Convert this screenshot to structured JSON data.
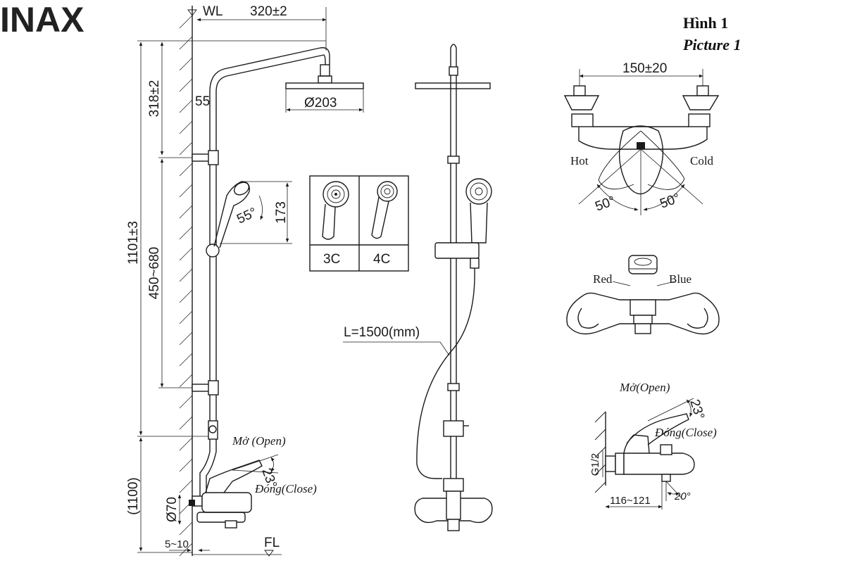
{
  "brand": "INAX",
  "figure": {
    "title": "Hình 1",
    "title_en": "Picture 1"
  },
  "side_view": {
    "wall_level": "WL",
    "floor_level": "FL",
    "arm_length": "320±2",
    "head_drop": "318±2",
    "pipe_offset": "55",
    "head_diameter": "Ø203",
    "total_height": "1101±3",
    "bracket_range": "450~680",
    "hand_shower_height": "173",
    "hand_shower_angle": "55°",
    "mixer_height": "(1100)",
    "outlet_diameter": "Ø70",
    "wall_gap": "5~10",
    "open_label": "Mở (Open)",
    "close_label": "Đóng(Close)",
    "lever_angle": "23°"
  },
  "hand_shower_options": [
    {
      "code": "3C",
      "icon": "hand-shower-3c-icon"
    },
    {
      "code": "4C",
      "icon": "hand-shower-4c-icon"
    }
  ],
  "front_view": {
    "hose_length": "L=1500(mm)"
  },
  "detail_top": {
    "spacing": "150±20",
    "hot_label": "Hot",
    "cold_label": "Cold",
    "hot_angle": "50°",
    "cold_angle": "50°"
  },
  "detail_front": {
    "red_label": "Red",
    "blue_label": "Blue"
  },
  "detail_side": {
    "open_label": "Mở(Open)",
    "close_label": "Đóng(Close)",
    "lever_angle": "23°",
    "thread": "G1/2",
    "projection": "116~121",
    "spout_angle": "20°"
  }
}
